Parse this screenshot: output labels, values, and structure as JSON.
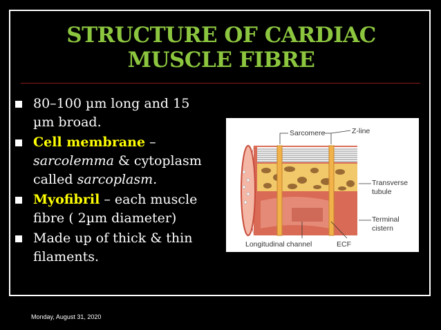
{
  "slide": {
    "title_line1": "STRUCTURE OF CARDIAC",
    "title_line2": "MUSCLE FIBRE",
    "footer_date": "Monday, August 31, 2020"
  },
  "bullets": [
    {
      "line1": "80–100 µm long and 15",
      "line2": "µm broad."
    },
    {
      "strong": "Cell membrane",
      "rest1": " –",
      "em1": "sarcolemma",
      "mid": " & cytoplasm",
      "plain": "called ",
      "em2": "sarcoplasm."
    },
    {
      "strong": "Myofibril",
      "rest1": " – each muscle",
      "line2": "fibre ( 2µm diameter)"
    },
    {
      "line1": "Made up of thick & thin",
      "line2": "filaments."
    }
  ],
  "figure": {
    "labels": {
      "sarcomere": "Sarcomere",
      "zline": "Z-line",
      "transverse1": "Transverse",
      "transverse2": "tubule",
      "terminal1": "Terminal",
      "terminal2": "cistern",
      "longitudinal": "Longitudinal channel",
      "ecf": "ECF"
    }
  },
  "colors": {
    "title": "#8cc63f",
    "highlight": "#ffff00",
    "rule": "#8a1a1a",
    "fiber_red": "#c74b3a",
    "sr_yellow": "#f1c96a"
  }
}
